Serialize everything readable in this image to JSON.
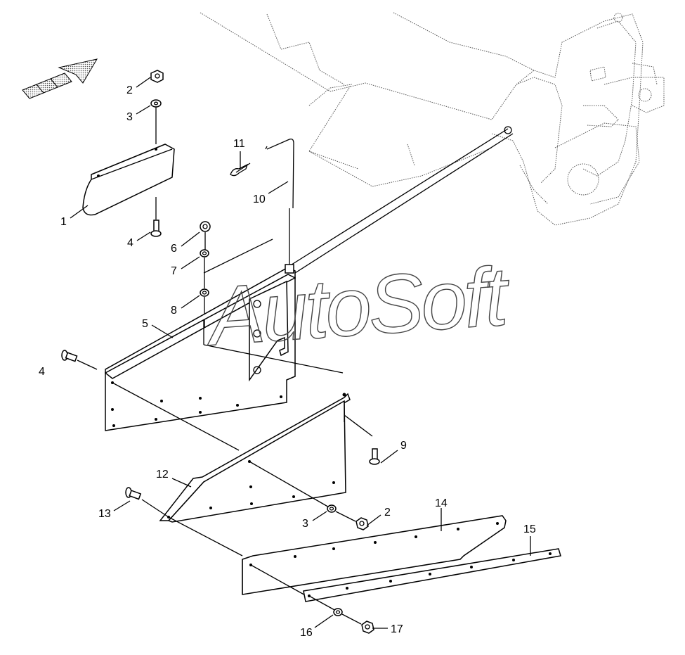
{
  "diagram": {
    "watermark": "AutoSoft",
    "direction_icon": "travel-direction-arrow-icon",
    "callouts": [
      {
        "id": "c1",
        "label": "1"
      },
      {
        "id": "c2a",
        "label": "2"
      },
      {
        "id": "c3a",
        "label": "3"
      },
      {
        "id": "c4a",
        "label": "4"
      },
      {
        "id": "c4b",
        "label": "4"
      },
      {
        "id": "c5",
        "label": "5"
      },
      {
        "id": "c6",
        "label": "6"
      },
      {
        "id": "c7",
        "label": "7"
      },
      {
        "id": "c8",
        "label": "8"
      },
      {
        "id": "c9",
        "label": "9"
      },
      {
        "id": "c10",
        "label": "10"
      },
      {
        "id": "c11",
        "label": "11"
      },
      {
        "id": "c12",
        "label": "12"
      },
      {
        "id": "c13",
        "label": "13"
      },
      {
        "id": "c2b",
        "label": "2"
      },
      {
        "id": "c3b",
        "label": "3"
      },
      {
        "id": "c14",
        "label": "14"
      },
      {
        "id": "c15",
        "label": "15"
      },
      {
        "id": "c16",
        "label": "16"
      },
      {
        "id": "c17",
        "label": "17"
      }
    ]
  }
}
